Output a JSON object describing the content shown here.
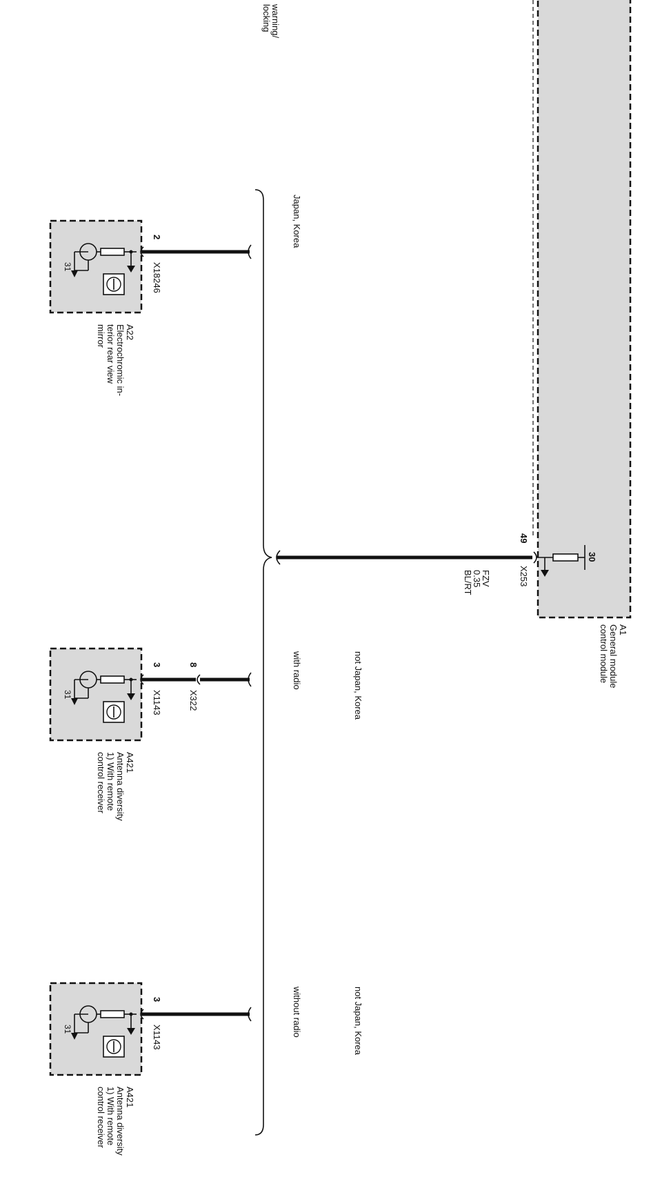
{
  "top_note": [
    "warning/",
    "locking"
  ],
  "module_a1": {
    "id": "A1",
    "name_lines": [
      "General module",
      "control module"
    ],
    "pin": "49",
    "connector": "X253",
    "terminal": "30",
    "wire_lines": [
      "FZV",
      "0.35",
      "BL/RT"
    ]
  },
  "branches": {
    "japan": {
      "condition": "Japan, Korea"
    },
    "radio": {
      "condition": "with radio",
      "region": "not Japan, Korea"
    },
    "noradio": {
      "condition": "without radio",
      "region": "not Japan, Korea"
    }
  },
  "components": {
    "a22": {
      "id": "A22",
      "pin": "2",
      "connector": "X18246",
      "ground": "31",
      "desc_lines": [
        "Electrochromic in-",
        "terior rear view",
        "mirror"
      ]
    },
    "a421_radio": {
      "id": "A421",
      "pin": "3",
      "connector": "X1143",
      "inline_pin": "8",
      "inline_connector": "X322",
      "ground": "31",
      "desc_lines": [
        "Antenna diversity",
        "1) With remote",
        "control receiver"
      ]
    },
    "a421_noradio": {
      "id": "A421",
      "pin": "3",
      "connector": "X1143",
      "ground": "31",
      "desc_lines": [
        "Antenna diversity",
        "1) With remote",
        "control receiver"
      ]
    }
  }
}
